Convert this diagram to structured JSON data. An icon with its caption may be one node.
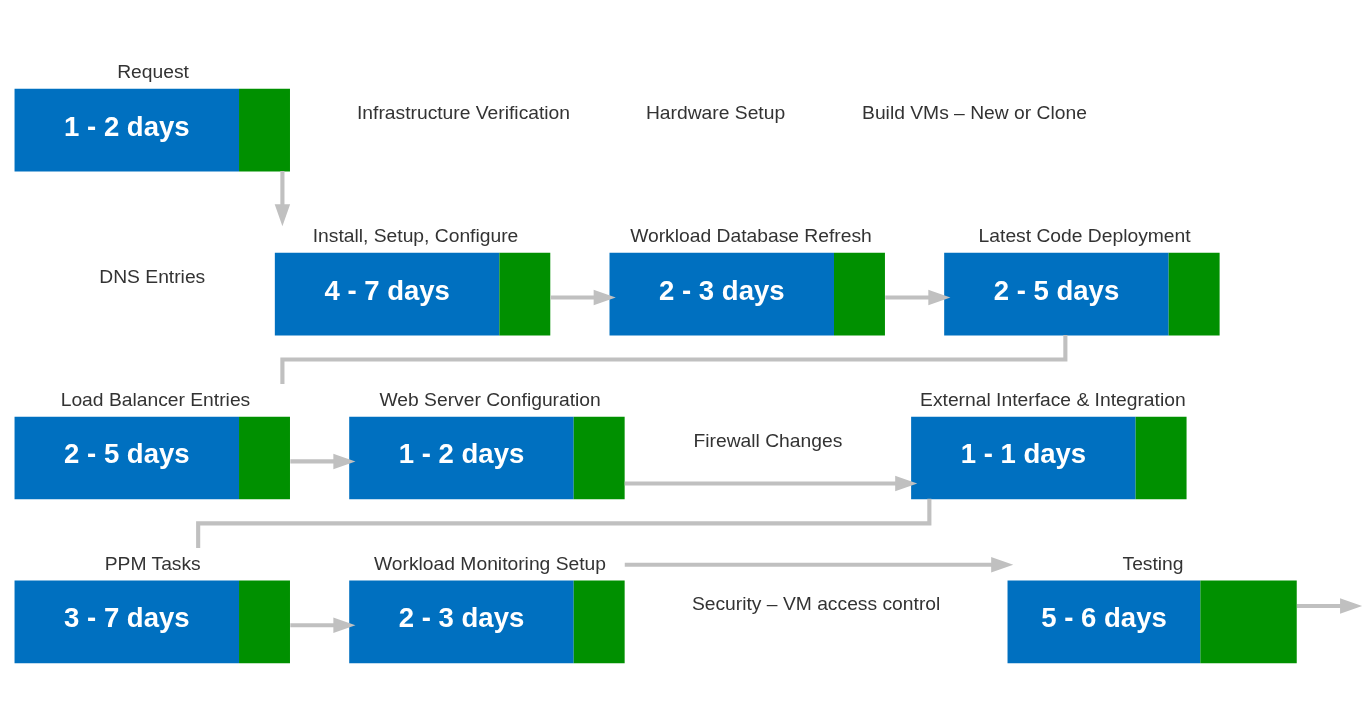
{
  "diagram": {
    "nodes": [
      {
        "text": [
          "Request",
          "1 - 2 days"
        ]
      },
      {
        "text": [
          "Install, Setup, Configure",
          "4 - 7 days"
        ]
      },
      {
        "text": [
          "Workload Database Refresh",
          "2 - 3 days"
        ]
      },
      {
        "text": [
          "Latest Code Deployment",
          "2 - 5 days"
        ]
      },
      {
        "text": [
          "Load Balancer Entries",
          "2 - 5 days"
        ]
      },
      {
        "text": [
          "Web Server Configuration",
          "1 - 2 days"
        ]
      },
      {
        "text": [
          "External Interface & Integration",
          "1 - 1 days"
        ]
      },
      {
        "text": [
          "PPM Tasks",
          "3 - 7 days"
        ]
      },
      {
        "text": [
          "Workload Monitoring Setup",
          "2 - 3 days"
        ]
      },
      {
        "text": [
          "Testing",
          "5 - 6 days"
        ]
      }
    ],
    "edges": [
      {
        "from": 0,
        "to": 1,
        "arrow": "to"
      },
      {
        "from": 1,
        "to": 2,
        "arrow": "to"
      },
      {
        "from": 2,
        "to": 3,
        "arrow": "to"
      },
      {
        "from": 3,
        "to": 4,
        "arrow": "none"
      },
      {
        "from": 4,
        "to": 5,
        "arrow": "to"
      },
      {
        "from": 5,
        "to": 6,
        "arrow": "to"
      },
      {
        "from": 6,
        "to": 7,
        "arrow": "none"
      },
      {
        "from": 7,
        "to": 8,
        "arrow": "to"
      },
      {
        "from": 8,
        "to": 9,
        "arrow": "to"
      },
      {
        "from": 9,
        "to": null,
        "arrow": "to"
      }
    ],
    "labels": [
      "Infrastructure Verification",
      "Hardware Setup",
      "Build VMs – New or Clone",
      "DNS Entries",
      "Firewall Changes",
      "Security – VM access control"
    ]
  }
}
